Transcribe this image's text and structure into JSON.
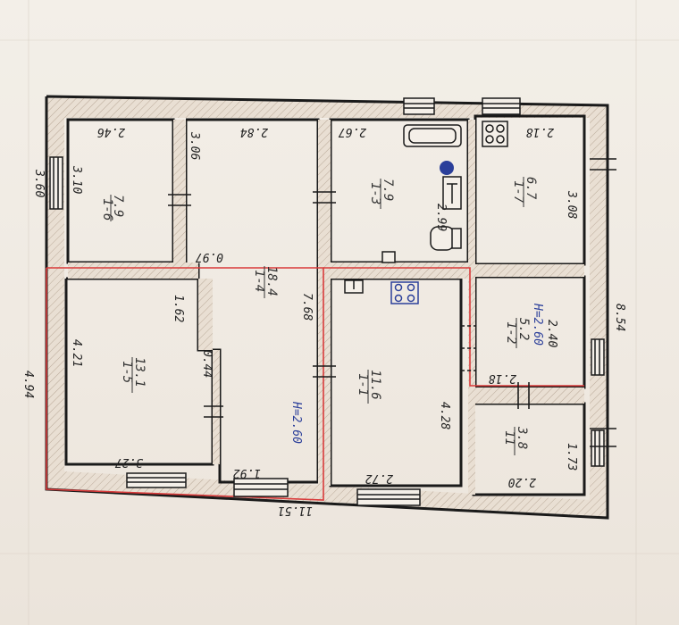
{
  "plan": {
    "overall_dims": {
      "left_height": "3.60",
      "left_lower": "4.94",
      "right_total": "8.54",
      "bottom_total": "11.51"
    },
    "rooms": [
      {
        "id": "room-1-6",
        "number": "1-6",
        "area": "7.9",
        "w": "2.46",
        "h": "3.10"
      },
      {
        "id": "room-1-4",
        "number": "1-4",
        "area": "18.4",
        "w": "2.84",
        "h": "3.06",
        "extra": "0.97",
        "long": "7.68",
        "ceiling": "H=2.60",
        "bottom_w": "1.92",
        "notch": "0.44"
      },
      {
        "id": "room-1-3",
        "number": "1-3",
        "area": "7.9",
        "w": "2.67",
        "h": "2.99"
      },
      {
        "id": "room-1-7",
        "number": "1-7",
        "area": "6.7",
        "w": "2.18",
        "h": "3.08"
      },
      {
        "id": "room-1-5",
        "number": "1-5",
        "area": "13.1",
        "w": "3.27",
        "h": "4.21",
        "inner": "1.62"
      },
      {
        "id": "room-1-1",
        "number": "1-1",
        "area": "11.6",
        "w": "2.72",
        "h": "4.28"
      },
      {
        "id": "room-1-2",
        "number": "1-2",
        "area": "5.2",
        "ceiling": "H=2.60",
        "w": "2.18",
        "h": "2.40"
      },
      {
        "id": "room-11",
        "number": "11",
        "area": "3.8",
        "w": "2.20",
        "h": "1.73"
      }
    ]
  },
  "colors": {
    "wall": "#1a1a1a",
    "red_outline": "#d93b3b",
    "blue_ink": "#2b3f9a"
  }
}
